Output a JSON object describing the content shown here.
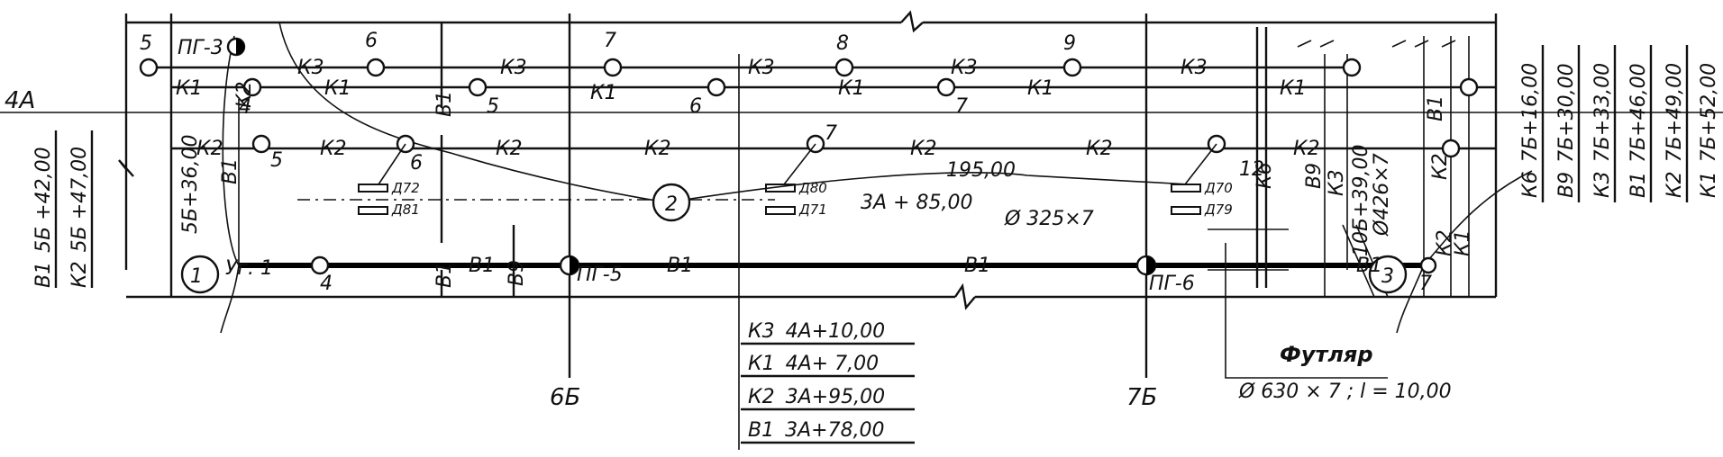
{
  "labels": {
    "section_4a": "4А",
    "section_6b": "6Б",
    "section_7b": "7Б",
    "pg3": "ПГ-3",
    "pg5": "ПГ-5",
    "pg6": "ПГ-6",
    "ug1": "Уг. 1",
    "dist_195": "195,00",
    "dist_3a85": "3А + 85,00",
    "pipe_325": "Ø 325×7",
    "d72": "Д72",
    "d81": "Д81",
    "d80": "Д80",
    "d71": "Д71",
    "d70": "Д70",
    "d79": "Д79",
    "left_dim": "5Б+36,00",
    "right_dim1": "10Б+39,00",
    "right_dim2": "Ø426×7",
    "k6": "К6",
    "b9": "В9",
    "k3": "К3"
  },
  "circles": [
    "1",
    "2",
    "3"
  ],
  "well_numbers": {
    "top": [
      "5",
      "6",
      "7",
      "8",
      "9"
    ],
    "k1": [
      "4",
      "5",
      "6",
      "7"
    ],
    "k2": [
      "5",
      "6",
      "7",
      "12"
    ],
    "b1": [
      "4",
      "7"
    ]
  },
  "line_tags": {
    "k1": "К1",
    "k2": "К2",
    "k3": "К3",
    "b1": "В1",
    "b9": "В9"
  },
  "left_table": [
    {
      "code": "В1",
      "value": "5Б +42,00"
    },
    {
      "code": "К2",
      "value": "5Б +47,00"
    }
  ],
  "bottom_table": [
    {
      "code": "К3",
      "value": "4А+10,00"
    },
    {
      "code": "К1",
      "value": "4А+ 7,00"
    },
    {
      "code": "К2",
      "value": "3А+95,00"
    },
    {
      "code": "В1",
      "value": "3А+78,00"
    }
  ],
  "right_table": [
    {
      "code": "К6",
      "value": "7Б+16,00"
    },
    {
      "code": "В9",
      "value": "7Б+30,00"
    },
    {
      "code": "К3",
      "value": "7Б+33,00"
    },
    {
      "code": "В1",
      "value": "7Б+46,00"
    },
    {
      "code": "К2",
      "value": "7Б+49,00"
    },
    {
      "code": "К1",
      "value": "7Б+52,00"
    }
  ],
  "case_note": {
    "title": "Футляр",
    "spec": "Ø 630 × 7 ;  l = 10,00"
  }
}
